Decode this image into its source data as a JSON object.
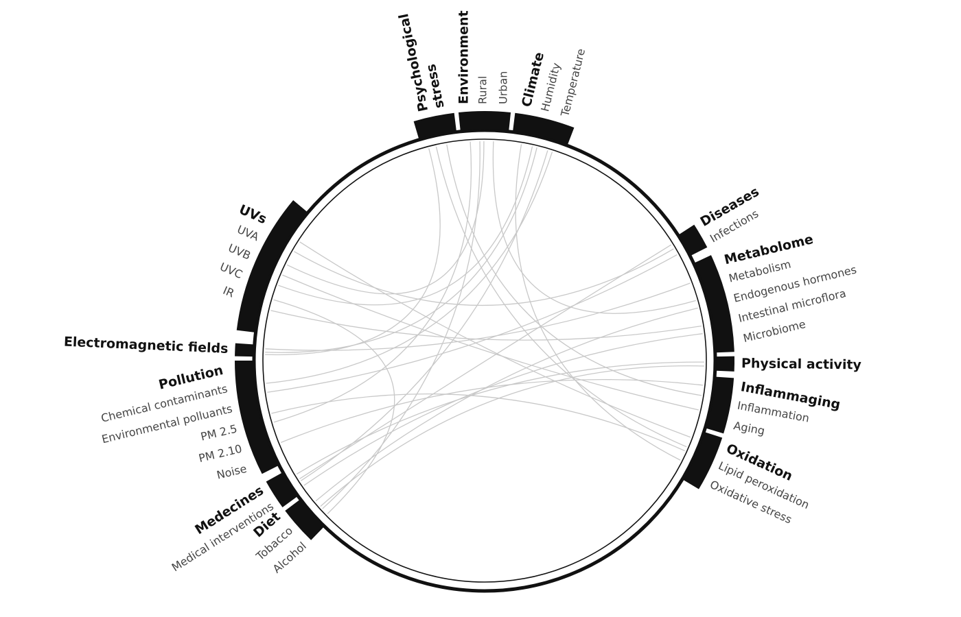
{
  "groups": [
    {
      "id": "psychological-stress",
      "title": [
        "Psychological",
        "stress"
      ],
      "items": []
    },
    {
      "id": "environment",
      "title": [
        "Environment"
      ],
      "items": [
        "Rural",
        "Urban"
      ]
    },
    {
      "id": "climate",
      "title": [
        "Climate"
      ],
      "items": [
        "Humidity",
        "Temperature"
      ]
    },
    {
      "id": "diseases",
      "title": [
        "Diseases"
      ],
      "items": [
        "Infections"
      ]
    },
    {
      "id": "metabolome",
      "title": [
        "Metabolome"
      ],
      "items": [
        "Metabolism",
        "Endogenous hormones",
        "Intestinal microflora",
        "Microbiome"
      ]
    },
    {
      "id": "physical-activity",
      "title": [
        "Physical activity"
      ],
      "items": []
    },
    {
      "id": "inflammaging",
      "title": [
        "Inflammaging"
      ],
      "items": [
        "Inflammation",
        "Aging"
      ]
    },
    {
      "id": "oxidation",
      "title": [
        "Oxidation"
      ],
      "items": [
        "Lipid peroxidation",
        "Oxidative stress"
      ]
    },
    {
      "id": "diet",
      "title": [
        "Diet"
      ],
      "items": [
        "Tobacco",
        "Alcohol"
      ]
    },
    {
      "id": "medecines",
      "title": [
        "Medecines"
      ],
      "items": [
        "Medical interventions"
      ]
    },
    {
      "id": "pollution",
      "title": [
        "Pollution"
      ],
      "items": [
        "Chemical contaminants",
        "Environmental polluants",
        "PM 2.5",
        "PM 2.10",
        "Noise"
      ]
    },
    {
      "id": "electromagnetic-fields",
      "title": [
        "Electromagnetic fields"
      ],
      "items": []
    },
    {
      "id": "uvs",
      "title": [
        "UVs"
      ],
      "items": [
        "UVA",
        "UVB",
        "UVC",
        "IR"
      ]
    }
  ],
  "colors": {
    "ring": "#111111",
    "segment": "#111111",
    "chord": "#c8c8c8",
    "title": "#111111",
    "item": "#444444"
  },
  "links": [
    [
      "psychological-stress",
      "oxidation"
    ],
    [
      "psychological-stress",
      "inflammaging"
    ],
    [
      "environment",
      "diet"
    ],
    [
      "environment",
      "metabolome"
    ],
    [
      "environment",
      "pollution"
    ],
    [
      "climate",
      "uvs"
    ],
    [
      "climate",
      "medecines"
    ],
    [
      "climate",
      "oxidation"
    ],
    [
      "climate",
      "electromagnetic-fields"
    ],
    [
      "diseases",
      "uvs"
    ],
    [
      "diseases",
      "pollution"
    ],
    [
      "metabolome",
      "uvs"
    ],
    [
      "metabolome",
      "electromagnetic-fields"
    ],
    [
      "metabolome",
      "diet"
    ],
    [
      "inflammaging",
      "uvs"
    ],
    [
      "inflammaging",
      "pollution"
    ],
    [
      "oxidation",
      "uvs"
    ],
    [
      "oxidation",
      "pollution"
    ],
    [
      "physical-activity",
      "medecines"
    ],
    [
      "diet",
      "uvs"
    ],
    [
      "diet",
      "physical-activity"
    ],
    [
      "medecines",
      "metabolome"
    ],
    [
      "pollution",
      "climate"
    ],
    [
      "electromagnetic-fields",
      "psychological-stress"
    ],
    [
      "uvs",
      "environment"
    ],
    [
      "diseases",
      "medecines"
    ]
  ]
}
